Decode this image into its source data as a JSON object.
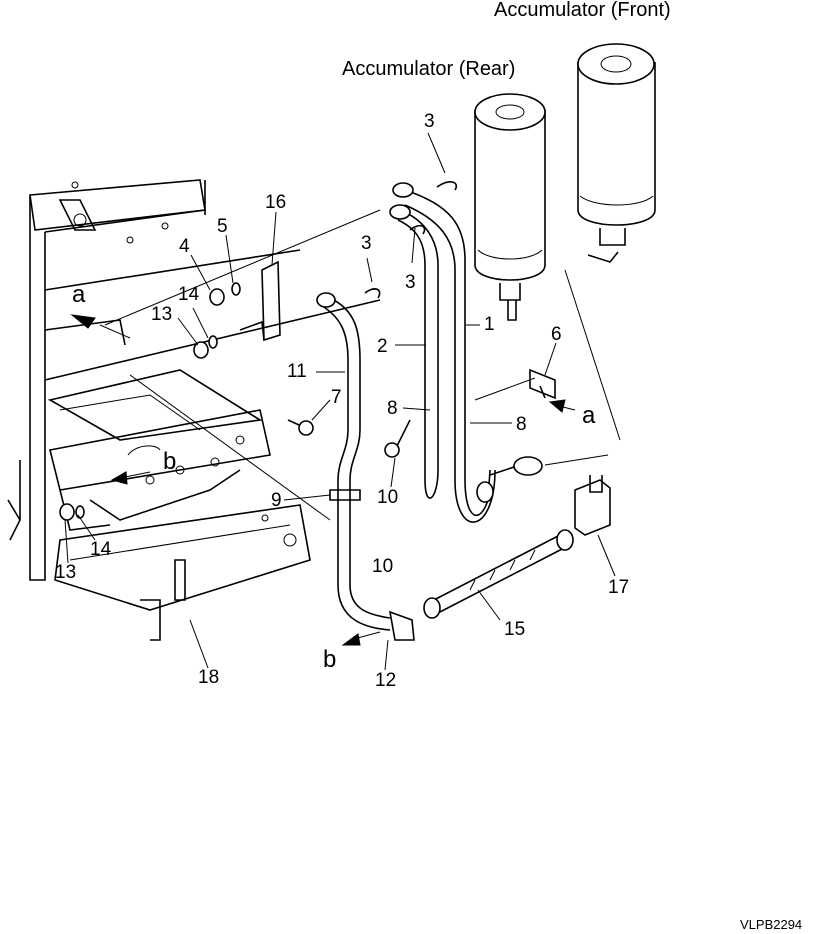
{
  "titles": {
    "accumulator_front": "Accumulator (Front)",
    "accumulator_rear": "Accumulator (Rear)"
  },
  "callouts": {
    "c1": "1",
    "c2": "2",
    "c3a": "3",
    "c3b": "3",
    "c3c": "3",
    "c4": "4",
    "c5": "5",
    "c6": "6",
    "c7": "7",
    "c8a": "8",
    "c8b": "8",
    "c9": "9",
    "c10a": "10",
    "c10b": "10",
    "c11": "11",
    "c12": "12",
    "c13a": "13",
    "c13b": "13",
    "c14a": "14",
    "c14b": "14",
    "c15": "15",
    "c16": "16",
    "c17": "17",
    "c18": "18",
    "ref_a1": "a",
    "ref_a2": "a",
    "ref_b1": "b",
    "ref_b2": "b"
  },
  "drawing_code": "VLPB2294"
}
